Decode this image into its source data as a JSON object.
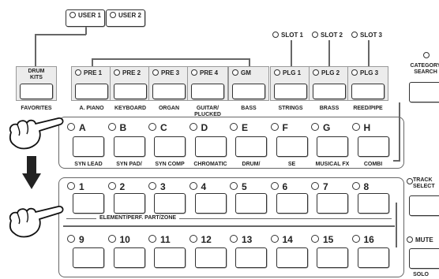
{
  "user_banks": [
    {
      "label": "USER 1"
    },
    {
      "label": "USER 2"
    }
  ],
  "bank_buttons": [
    {
      "label": "DRUM KITS",
      "caption": "FAVORITES",
      "led": false,
      "style": "panel"
    },
    {
      "label": "PRE 1",
      "caption": "A. PIANO",
      "led": true,
      "style": "panel"
    },
    {
      "label": "PRE 2",
      "caption": "KEYBOARD",
      "led": true,
      "style": "panel"
    },
    {
      "label": "PRE 3",
      "caption": "ORGAN",
      "led": true,
      "style": "panel"
    },
    {
      "label": "PRE 4",
      "caption": "GUITAR/ PLUCKED",
      "led": true,
      "style": "panel"
    },
    {
      "label": "GM",
      "caption": "BASS",
      "led": true,
      "style": "panel"
    },
    {
      "label": "PLG 1",
      "caption": "STRINGS",
      "led": true,
      "style": "panel"
    },
    {
      "label": "PLG 2",
      "caption": "BRASS",
      "led": true,
      "style": "panel"
    },
    {
      "label": "PLG 3",
      "caption": "REED/PIPE",
      "led": true,
      "style": "panel"
    }
  ],
  "slots": [
    {
      "label": "SLOT 1"
    },
    {
      "label": "SLOT 2"
    },
    {
      "label": "SLOT 3"
    }
  ],
  "category_search": {
    "label_line1": "CATEGORY",
    "label_line2": "SEARCH"
  },
  "group_buttons": [
    {
      "label": "A",
      "caption": "SYN LEAD"
    },
    {
      "label": "B",
      "caption": "SYN PAD/"
    },
    {
      "label": "C",
      "caption": "SYN COMP"
    },
    {
      "label": "D",
      "caption": "CHROMATIC"
    },
    {
      "label": "E",
      "caption": "DRUM/"
    },
    {
      "label": "F",
      "caption": "SE"
    },
    {
      "label": "G",
      "caption": "MUSICAL FX"
    },
    {
      "label": "H",
      "caption": "COMBI"
    }
  ],
  "number_buttons_row1": [
    "1",
    "2",
    "3",
    "4",
    "5",
    "6",
    "7",
    "8"
  ],
  "number_buttons_row2": [
    "9",
    "10",
    "11",
    "12",
    "13",
    "14",
    "15",
    "16"
  ],
  "number_section_label": "ELEMENT/PERF. PART/ZONE",
  "track_select": {
    "label_line1": "TRACK",
    "label_line2": "SELECT"
  },
  "mute": {
    "label": "MUTE"
  },
  "solo": {
    "label": "SOLO"
  },
  "colors": {
    "panel": "#ececec",
    "border": "#333333",
    "line": "#666666"
  }
}
